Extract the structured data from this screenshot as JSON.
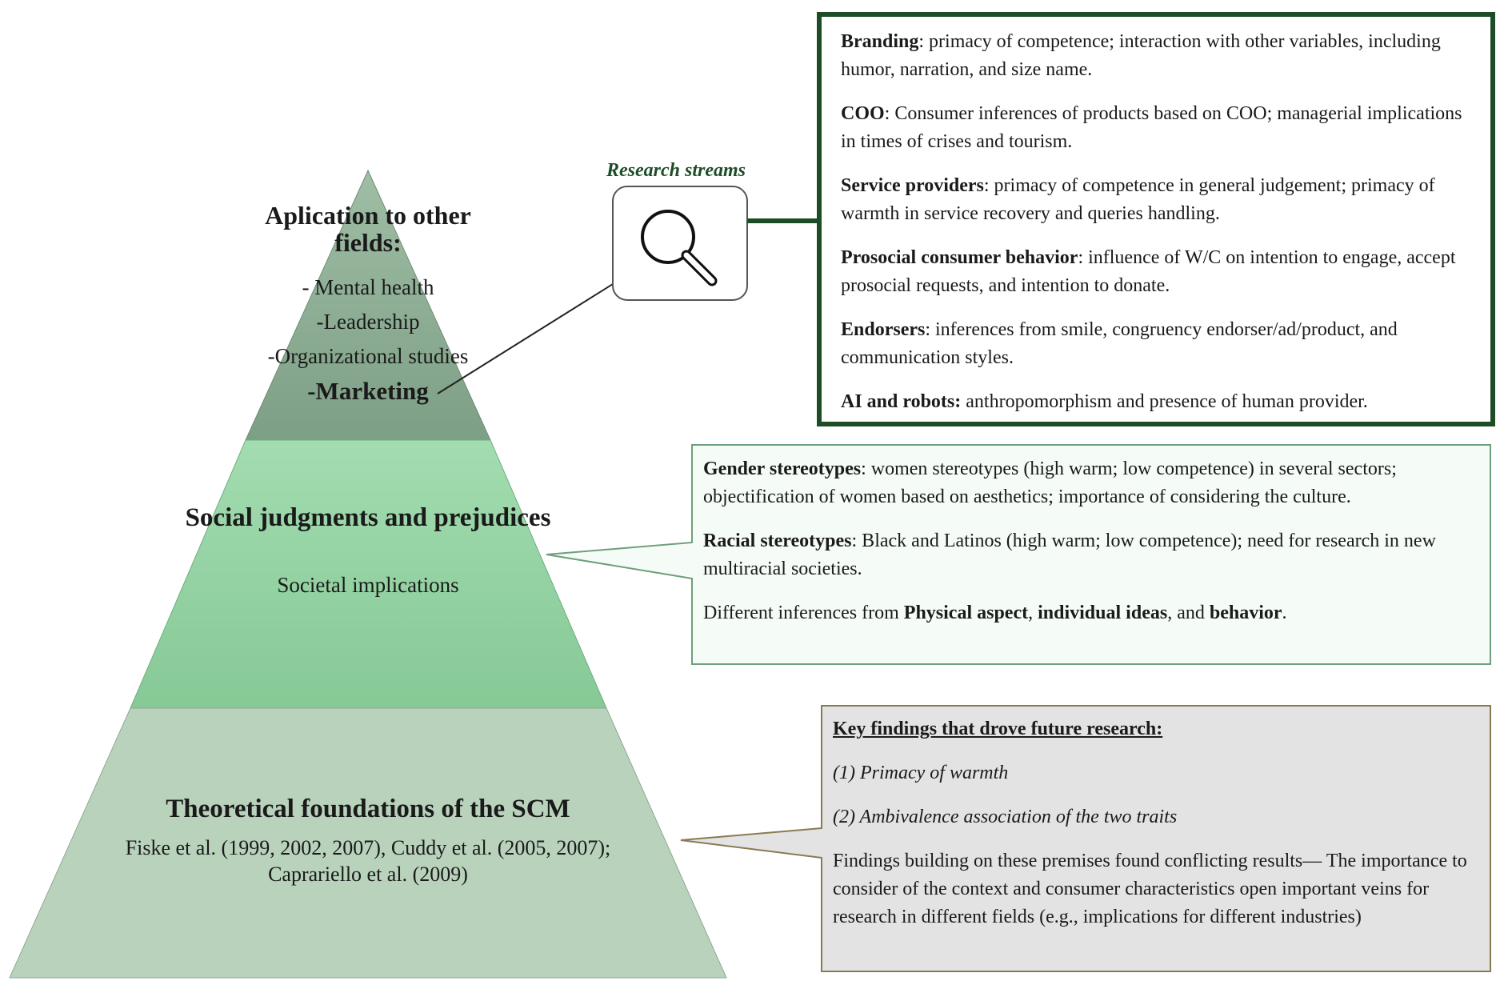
{
  "pyramid": {
    "top": {
      "title": "Aplication to other fields:",
      "items": [
        "- Mental health",
        "-Leadership",
        "-Organizational studies",
        "-Marketing"
      ]
    },
    "middle": {
      "title": "Social judgments and prejudices",
      "subtitle": "Societal implications"
    },
    "bottom": {
      "title": "Theoretical foundations of the SCM",
      "subtitle": "Fiske et al. (1999, 2002, 2007), Cuddy et al. (2005, 2007); Caprariello et al. (2009)"
    }
  },
  "research_streams": {
    "label": "Research streams",
    "icon": "magnifier-icon",
    "items": [
      {
        "term": "Branding",
        "text": ": primacy of competence; interaction with other variables, including humor, narration, and size name."
      },
      {
        "term": "COO",
        "text": ": Consumer inferences of products based on COO; managerial implications in times of crises and tourism."
      },
      {
        "term": "Service providers",
        "text": ": primacy of competence in general judgement; primacy of warmth in service recovery and queries handling."
      },
      {
        "term": "Prosocial consumer behavior",
        "text": ": influence of W/C on intention to engage, accept prosocial requests, and intention to donate."
      },
      {
        "term": "Endorsers",
        "text": ": inferences from smile, congruency endorser/ad/product, and communication styles."
      },
      {
        "term": "AI and robots:",
        "text": " anthropomorphism and presence of human provider."
      }
    ]
  },
  "social_box": {
    "items": [
      {
        "term": "Gender stereotypes",
        "text": ": women stereotypes (high warm; low competence) in several sectors; objectification of women based on aesthetics; importance of considering the culture."
      },
      {
        "term": "Racial stereotypes",
        "text": ": Black and Latinos (high warm; low competence); need for research in new multiracial societies."
      }
    ],
    "last_line": {
      "prefix": "Different inferences from ",
      "term1": "Physical aspect",
      "sep1": ", ",
      "term2": "individual ideas",
      "sep2": ", and ",
      "term3": "behavior",
      "suffix": "."
    }
  },
  "key_findings": {
    "heading": "Key findings that drove future research:",
    "finding1": "(1) Primacy of warmth",
    "finding2": "(2) Ambivalence association of the two traits",
    "paragraph": "Findings building on these premises found conflicting results— The importance to consider of the context and consumer characteristics open important veins for research in different fields (e.g., implications for different industries)"
  },
  "colors": {
    "pyramid_top": "#7fa488",
    "pyramid_middle": "#8cd09d",
    "pyramid_bottom": "#b8d1bb",
    "dark_green": "#1d4d27",
    "key_box_fill": "#e3e3e3",
    "key_box_border": "#8a7a52"
  }
}
